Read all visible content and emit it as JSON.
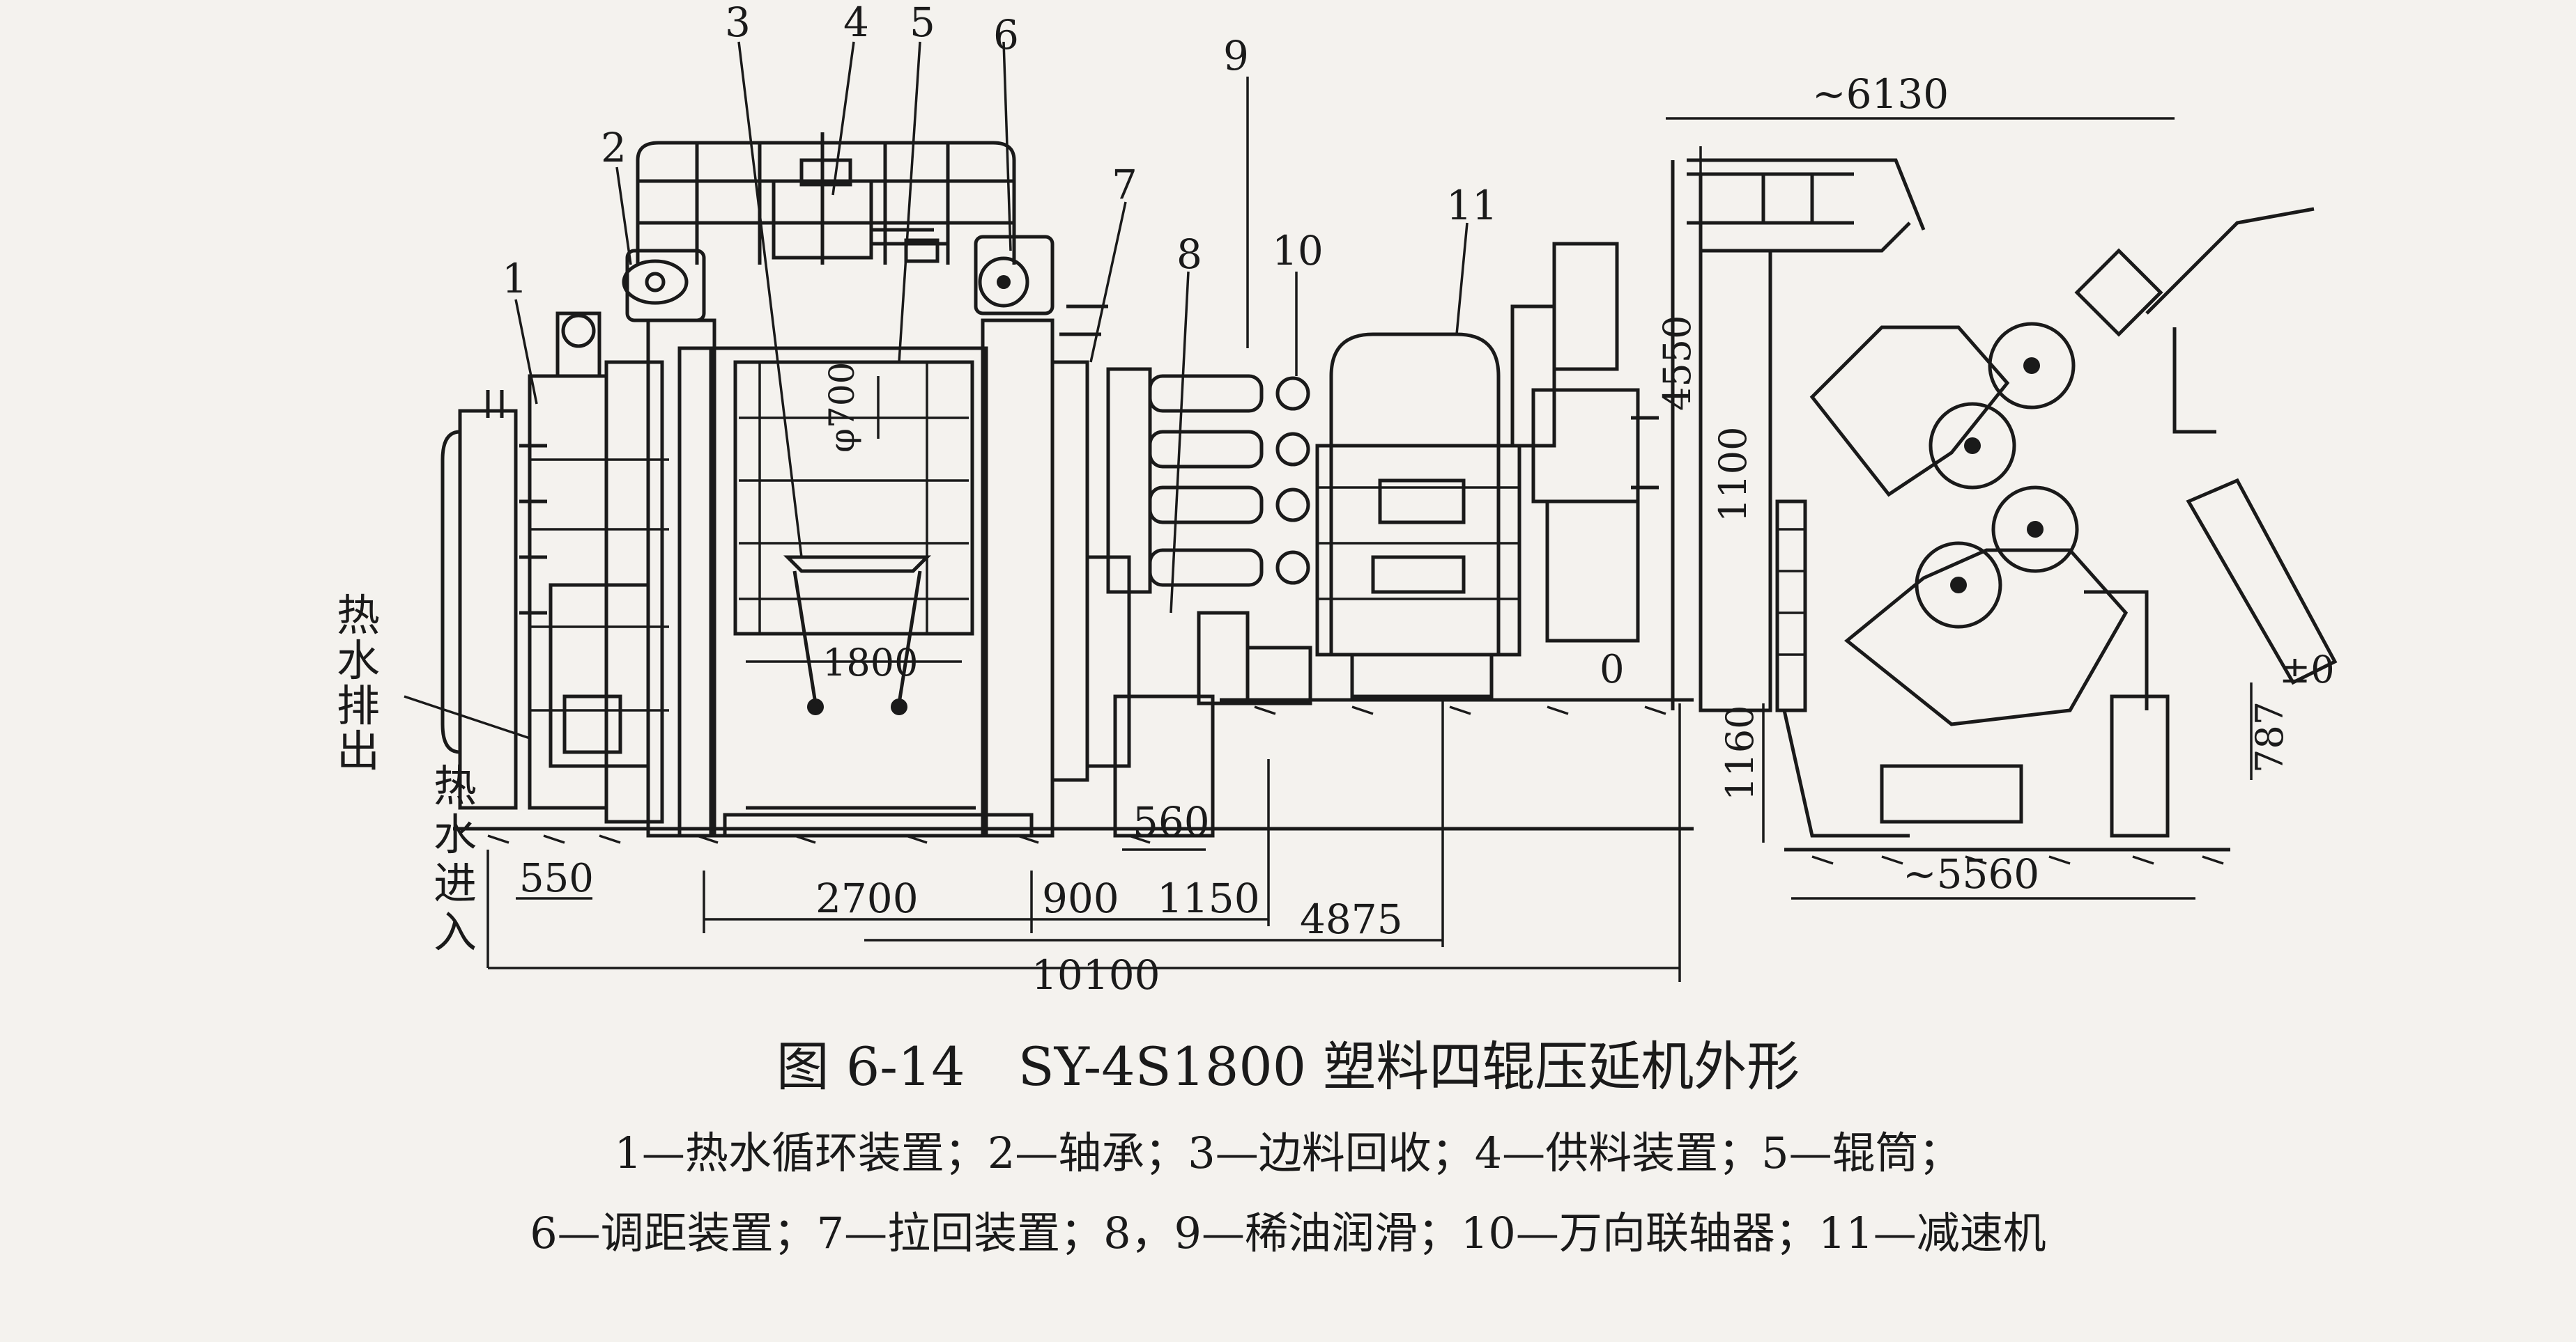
{
  "figure": {
    "caption": "图 6-14　SY-4S1800 塑料四辊压延机外形",
    "legend_line1": "1—热水循环装置；2—轴承；3—边料回收；4—供料装置；5—辊筒；",
    "legend_line2": "6—调距装置；7—拉回装置；8，9—稀油润滑；10—万向联轴器；11—减速机"
  },
  "callouts": {
    "n1": "1",
    "n2": "2",
    "n3": "3",
    "n4": "4",
    "n5": "5",
    "n6": "6",
    "n7": "7",
    "n8": "8",
    "n9": "9",
    "n10": "10",
    "n11": "11"
  },
  "side_labels": {
    "hot_water_out": [
      "热",
      "水",
      "排",
      "出"
    ],
    "hot_water_in": [
      "热",
      "水",
      "进",
      "入"
    ]
  },
  "dimensions": {
    "d550": "550",
    "d2700": "2700",
    "d900": "900",
    "d560": "560",
    "d1150": "1150",
    "d4875": "4875",
    "d10100": "10100",
    "d1800": "1800",
    "d700": "φ700",
    "d0": "0",
    "d6130": "~6130",
    "d4550": "4550",
    "d1100": "1100",
    "d1160": "1160",
    "d5560": "~5560",
    "d787": "787",
    "dpm0": "±0"
  }
}
